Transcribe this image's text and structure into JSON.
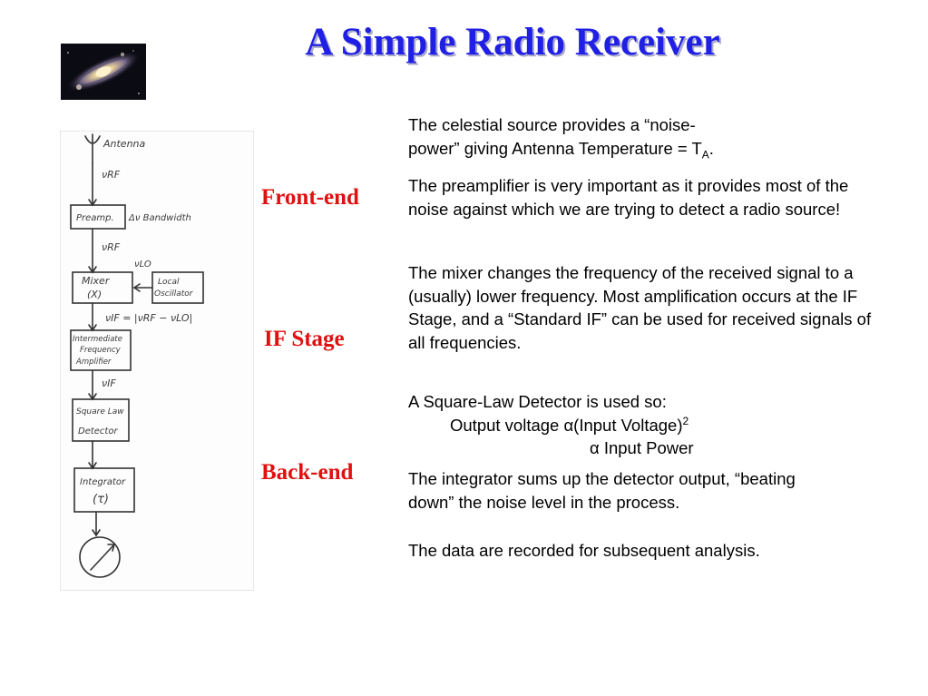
{
  "title": "A Simple Radio Receiver",
  "stages": {
    "front_end": "Front-end",
    "if_stage": "IF Stage",
    "back_end": "Back-end"
  },
  "diagram": {
    "antenna": "Antenna",
    "nu_rf": "νRF",
    "preamp": "Preamp.",
    "bandwidth": "Δν Bandwidth",
    "nu_rf_2": "νRF",
    "nu_lo": "νLO",
    "mixer_line1": "Mixer",
    "mixer_line2": "(X)",
    "local_osc_line1": "Local",
    "local_osc_line2": "Oscillator",
    "nu_if_eq": "νIF = |νRF − νLO|",
    "if_amp_line1": "Intermediate",
    "if_amp_line2": "Frequency",
    "if_amp_line3": "Amplifier",
    "nu_if": "νIF",
    "sq_line1": "Square Law",
    "sq_line2": "Detector",
    "integrator_line1": "Integrator",
    "integrator_line2": "(τ)"
  },
  "descriptions": {
    "celestial": {
      "text": "The celestial source provides a “noise-power” giving Antenna Temperature = T",
      "sub": "A",
      "end": "."
    },
    "preamp": "The preamplifier is very important as it provides most of the noise against which we are trying to detect a radio source!",
    "mixer": "The mixer changes the frequency of the received signal to a (usually) lower frequency. Most amplification occurs at the IF Stage, and a “Standard IF” can be used for received signals of all frequencies.",
    "detector": {
      "line1": "A Square-Law Detector is used so:",
      "line2": "Output voltage α(Input Voltage)",
      "line2_sup": "2",
      "line3": "α Input Power"
    },
    "integrator": "The integrator sums up the detector output, “beating down” the noise level in the process.",
    "recorded": "The data are recorded for subsequent analysis."
  },
  "colors": {
    "title": "#1f1fe6",
    "stage_labels": "#e01010"
  }
}
